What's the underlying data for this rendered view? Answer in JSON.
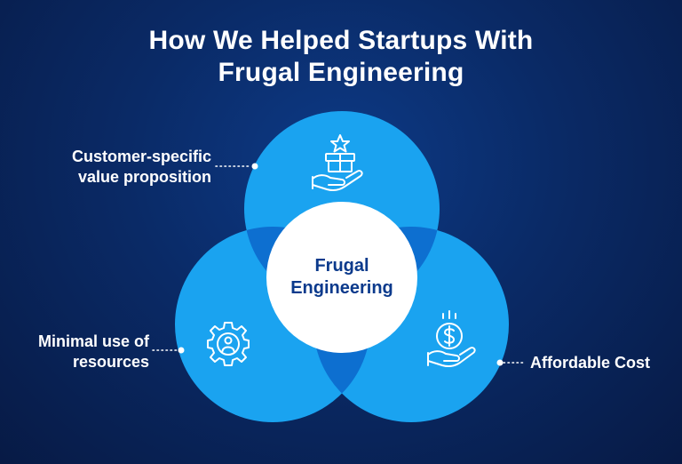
{
  "title": {
    "line1": "How We Helped Startups With",
    "line2": "Frugal Engineering"
  },
  "center": {
    "line1": "Frugal",
    "line2": "Engineering"
  },
  "nodes": [
    {
      "id": "top",
      "label_line1": "Customer-specific",
      "label_line2": "value proposition",
      "icon": "hand-gift-star-icon"
    },
    {
      "id": "left",
      "label_line1": "Minimal use of",
      "label_line2": "resources",
      "icon": "gear-person-icon"
    },
    {
      "id": "right",
      "label_line1": "Affordable Cost",
      "icon": "hand-dollar-coin-icon"
    }
  ],
  "colors": {
    "background": "#0a2a66",
    "circle": "#1aa3f0",
    "overlap": "#0d6fd0",
    "center_fill": "#ffffff",
    "center_text": "#0b3a8c",
    "label_text": "#ffffff"
  }
}
